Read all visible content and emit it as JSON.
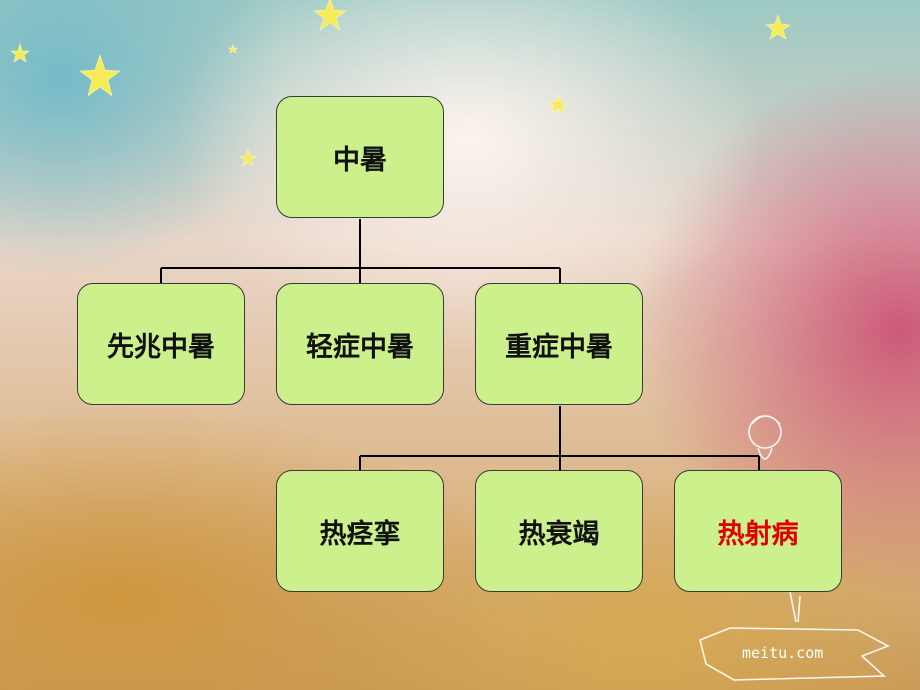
{
  "diagram": {
    "root": {
      "label": "中暑"
    },
    "level1": [
      {
        "label": "先兆中暑"
      },
      {
        "label": "轻症中暑"
      },
      {
        "label": "重症中暑"
      }
    ],
    "level2": [
      {
        "label": "热痉挛"
      },
      {
        "label": "热衰竭"
      },
      {
        "label": "热射病"
      }
    ]
  },
  "colors": {
    "node_fill": "#ccf08c",
    "node_border": "#3a3a3a",
    "connector": "#000000",
    "highlight_text": "#e10000",
    "star": "#f6ec5a"
  },
  "watermark": {
    "text": "meitu.com"
  }
}
